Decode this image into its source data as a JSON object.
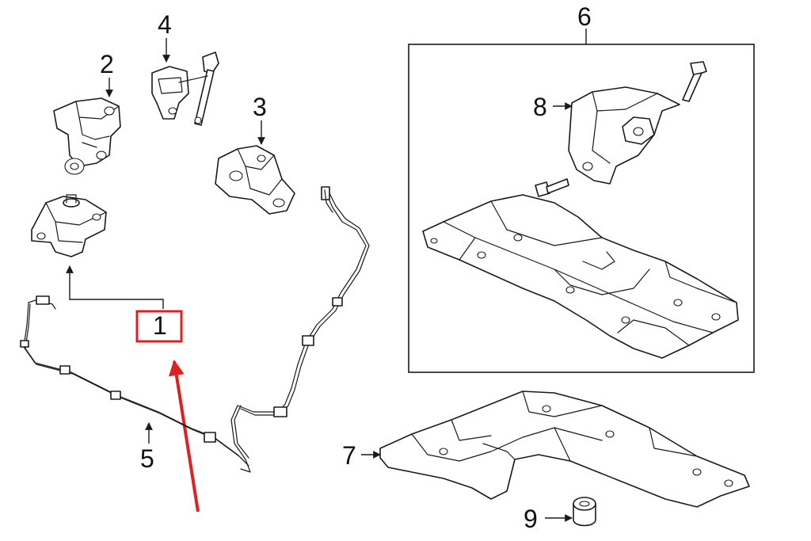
{
  "diagram": {
    "callouts": {
      "c1": "1",
      "c2": "2",
      "c3": "3",
      "c4": "4",
      "c5": "5",
      "c6": "6",
      "c7": "7",
      "c8": "8",
      "c9": "9"
    },
    "colors": {
      "line": "#1a1a1a",
      "highlight": "#e02020",
      "background": "#ffffff"
    }
  }
}
